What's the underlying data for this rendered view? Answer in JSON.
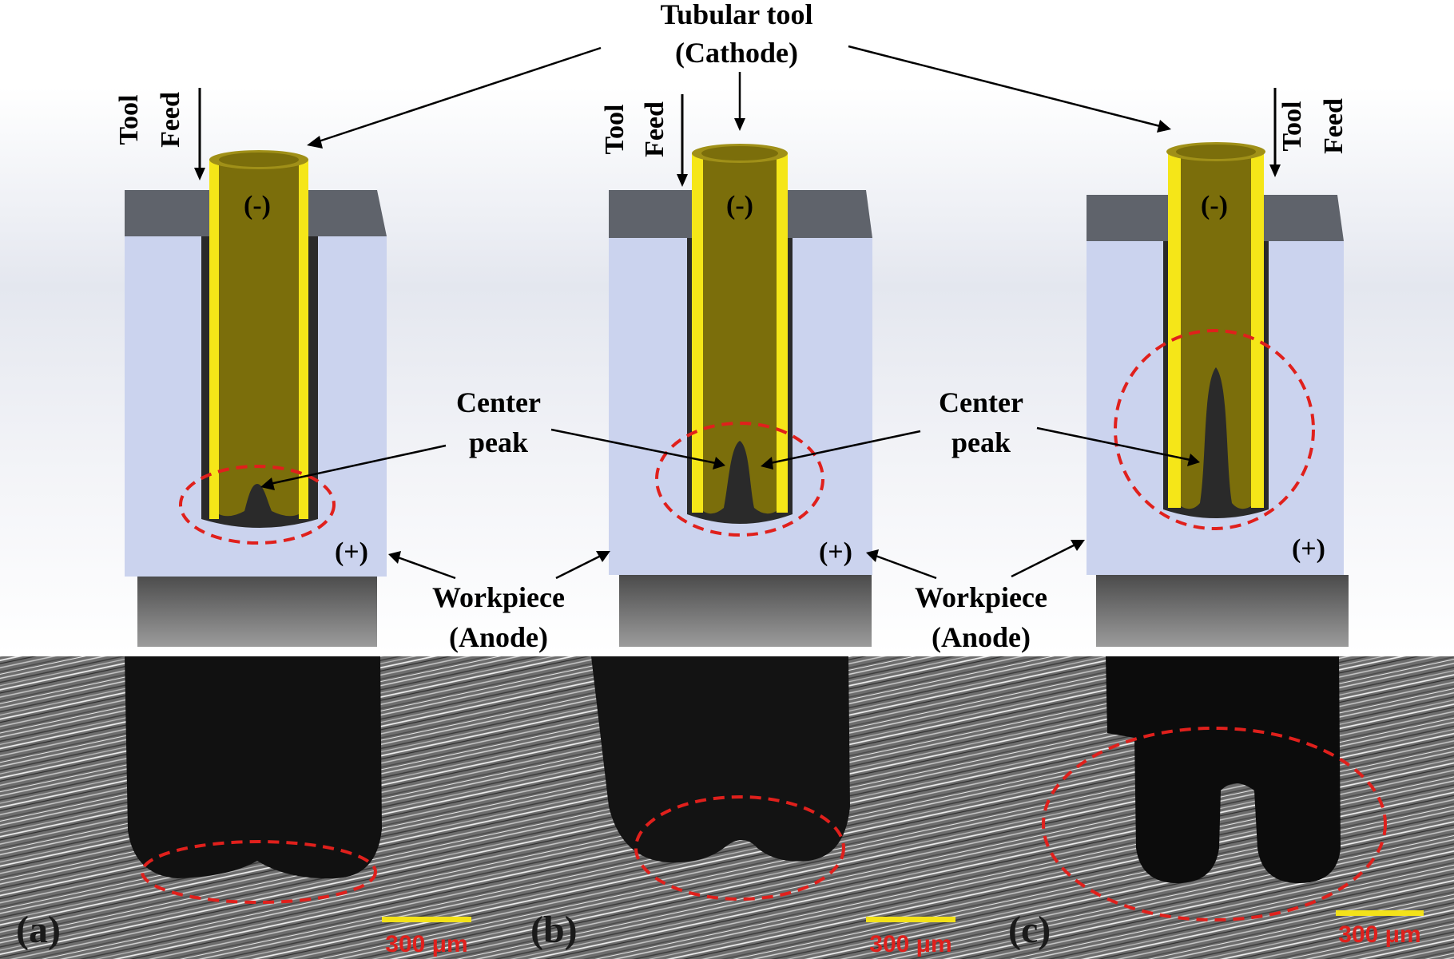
{
  "labels": {
    "tubular_tool_line1": "Tubular tool",
    "tubular_tool_line2": "(Cathode)",
    "tool_feed_line1": "Tool",
    "tool_feed_line2": "Feed",
    "minus": "(-)",
    "plus": "(+)",
    "center_peak_line1": "Center",
    "center_peak_line2": "peak",
    "workpiece_line1": "Workpiece",
    "workpiece_line2": "(Anode)"
  },
  "panels": [
    {
      "letter": "(a)",
      "scale": "300 μm"
    },
    {
      "letter": "(b)",
      "scale": "300 μm"
    },
    {
      "letter": "(c)",
      "scale": "300 μm"
    }
  ],
  "colors": {
    "tool_body": "#7b6e0b",
    "tool_edge": "#f5e618",
    "workpiece": "#cbd3ee",
    "workpiece_top": "#5f636b",
    "dashed_circle": "#e0201c",
    "scale_bar": "#f3e21a",
    "scale_text": "#e0201c"
  }
}
